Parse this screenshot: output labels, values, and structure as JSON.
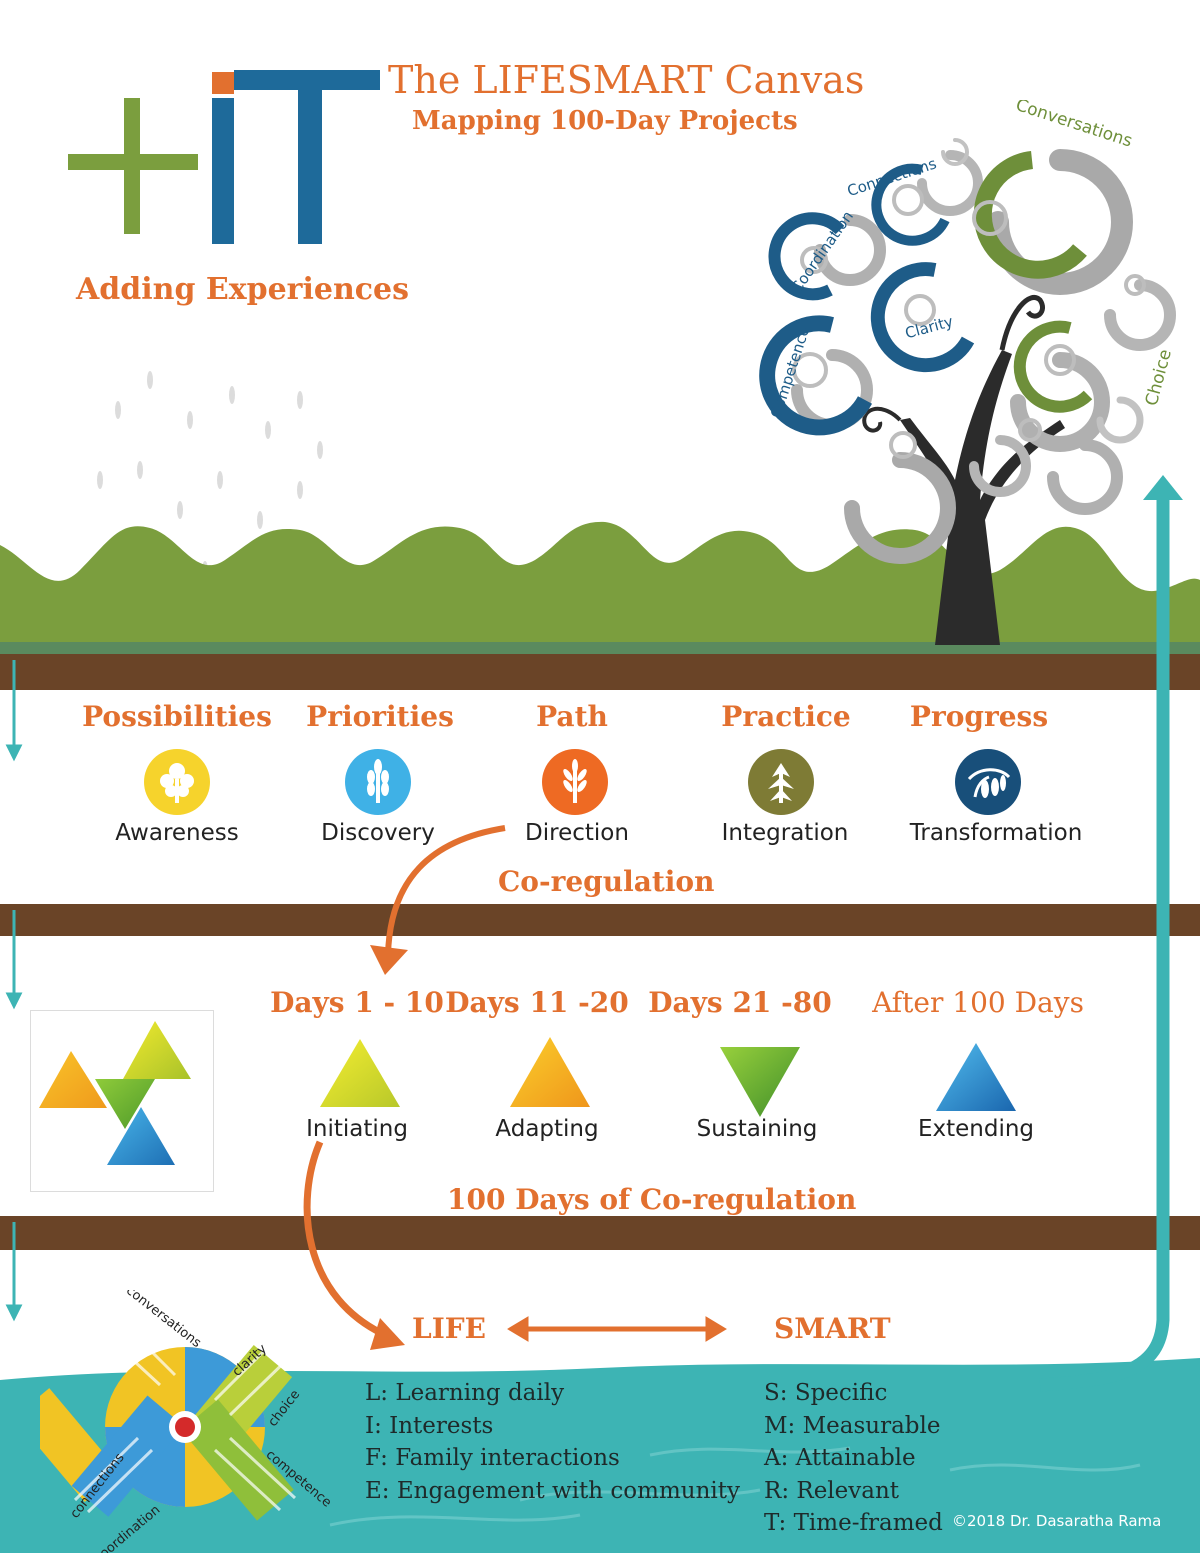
{
  "header": {
    "title": "The LIFESMART Canvas",
    "subtitle": "Mapping  100-Day Projects",
    "logo_text": "+iT",
    "tagline": "Adding Experiences"
  },
  "tree": {
    "labels": [
      "Conversations",
      "Connections",
      "Coordination",
      "Clarity",
      "Competence",
      "Choice"
    ]
  },
  "stages": [
    {
      "title": "Possibilities",
      "word": "Awareness",
      "color": "#f6d32c"
    },
    {
      "title": "Priorities",
      "word": "Discovery",
      "color": "#3fb1e6"
    },
    {
      "title": "Path",
      "word": "Direction",
      "color": "#ee6a23"
    },
    {
      "title": "Practice",
      "word": "Integration",
      "color": "#7e7b35"
    },
    {
      "title": "Progress",
      "word": "Transformation",
      "color": "#184f7a"
    }
  ],
  "coregulation_label": "Co-regulation",
  "phases": [
    {
      "days": "Days 1 - 10",
      "word": "Initiating"
    },
    {
      "days": "Days 11 -20",
      "word": "Adapting"
    },
    {
      "days": "Days 21 -80",
      "word": "Sustaining"
    },
    {
      "days": "After 100 Days",
      "word": "Extending"
    }
  ],
  "hundred_days_label": "100 Days of Co-regulation",
  "life": {
    "title": "LIFE",
    "items": [
      "L: Learning daily",
      "I: Interests",
      "F: Family interactions",
      "E: Engagement with community"
    ]
  },
  "smart": {
    "title": "SMART",
    "items": [
      "S: Specific",
      "M: Measurable",
      "A: Attainable",
      "R: Relevant",
      "T: Time-framed"
    ]
  },
  "windmill": {
    "labels": [
      "conversations",
      "clarity",
      "choice",
      "competence",
      "coordination",
      "connections"
    ]
  },
  "copyright": "©2018 Dr. Dasaratha Rama",
  "colors": {
    "accent_orange": "#e2702f",
    "grass_green": "#7b9e3e",
    "soil_brown": "#6a4427",
    "water_teal": "#3db4b4",
    "logo_blue": "#1e6a9a"
  }
}
